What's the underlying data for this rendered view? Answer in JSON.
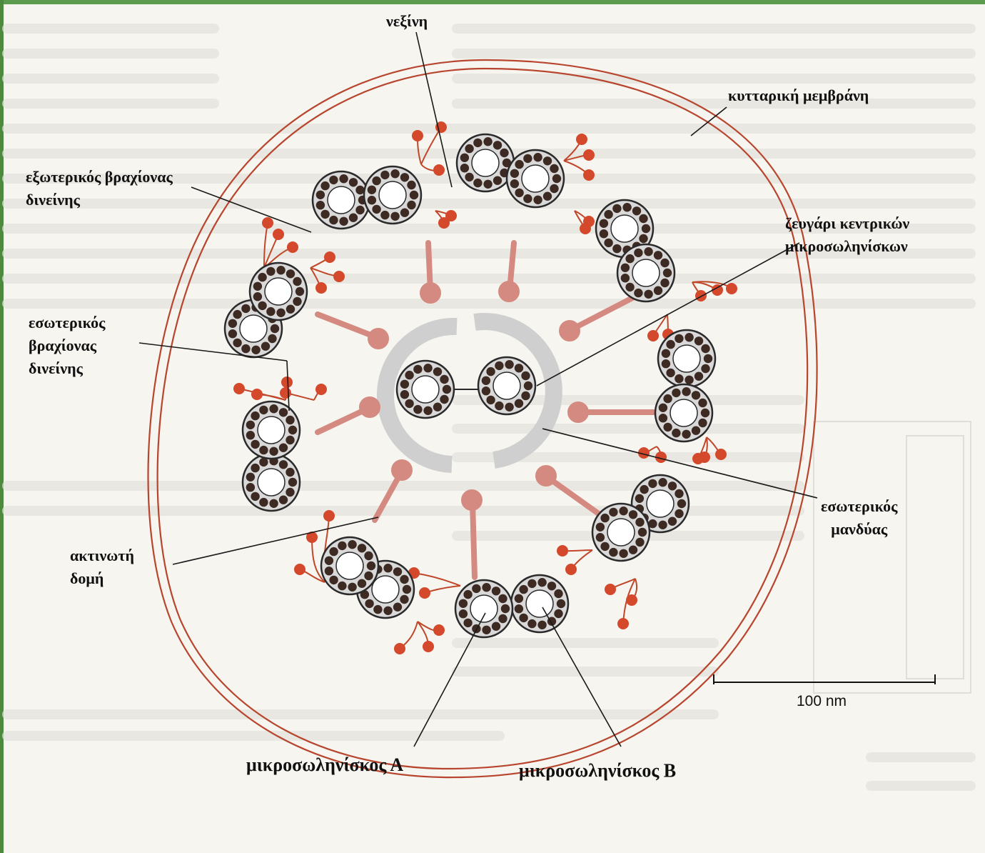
{
  "labels": {
    "nexin": "νεξίνη",
    "membrane": "κυτταρική μεμβράνη",
    "outer_arm": "εξωτερικός βραχίονας\nδινείνης",
    "central_pair": "ζευγάρι κεντρικών\nμικροσωληνίσκων",
    "inner_arm": "εσωτερικός\nβραχίονας\nδινείνης",
    "inner_sheath": "εσωτερικός\nμανδύας",
    "radial_spoke": "ακτινωτή\nδομή",
    "microtubule_a": "μικροσωληνίσκος Α",
    "microtubule_b": "μικροσωληνίσκος Β"
  },
  "scale_bar": {
    "label": "100 nm"
  },
  "structure": {
    "peripheral_doublets": 9,
    "central_singlets": 2,
    "protofilaments_per_tubule": 13
  },
  "colors": {
    "membrane": "#b8452e",
    "dynein": "#d4482b",
    "spoke": "#d48a80",
    "sheath": "#cfcfcf",
    "tubule_fill": "#d9d9d9",
    "protofilament": "#3d2a22",
    "leader": "#1a1a1a"
  }
}
